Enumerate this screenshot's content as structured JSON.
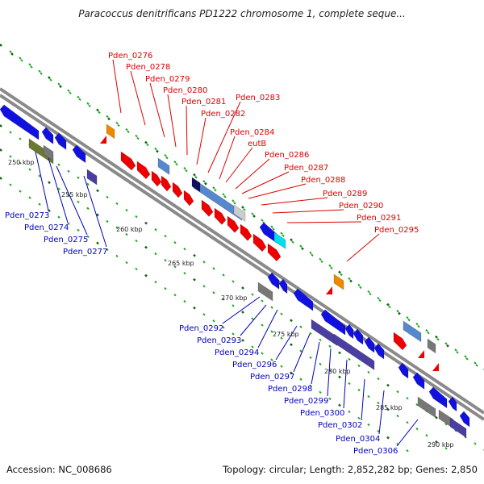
{
  "title": "Paracoccus denitrificans PD1222 chromosome 1, complete seque...",
  "accession": "Accession: NC_008686",
  "summary": "Topology: circular; Length: 2,852,282 bp; Genes: 2,850",
  "colors": {
    "forward_label": "#dd0000",
    "reverse_label": "#0000bb",
    "backbone": "#8a8a8a",
    "tick_major": "#116611",
    "tick_minor": "#22aa22"
  },
  "ticks": [
    {
      "label": "250 kbp"
    },
    {
      "label": "255 kbp"
    },
    {
      "label": "260 kbp"
    },
    {
      "label": "265 kbp"
    },
    {
      "label": "270 kbp"
    },
    {
      "label": "275 kbp"
    },
    {
      "label": "280 kbp"
    },
    {
      "label": "285 kbp"
    },
    {
      "label": "290 kbp"
    }
  ],
  "forward_labels": [
    {
      "name": "Pden_0276"
    },
    {
      "name": "Pden_0278"
    },
    {
      "name": "Pden_0279"
    },
    {
      "name": "Pden_0280"
    },
    {
      "name": "Pden_0281"
    },
    {
      "name": "Pden_0282"
    },
    {
      "name": "Pden_0283"
    },
    {
      "name": "Pden_0284"
    },
    {
      "name": "eutB"
    },
    {
      "name": "Pden_0286"
    },
    {
      "name": "Pden_0287"
    },
    {
      "name": "Pden_0288"
    },
    {
      "name": "Pden_0289"
    },
    {
      "name": "Pden_0290"
    },
    {
      "name": "Pden_0291"
    },
    {
      "name": "Pden_0295"
    }
  ],
  "reverse_labels": [
    {
      "name": "Pden_0273"
    },
    {
      "name": "Pden_0274"
    },
    {
      "name": "Pden_0275"
    },
    {
      "name": "Pden_0277"
    },
    {
      "name": "Pden_0292"
    },
    {
      "name": "Pden_0293"
    },
    {
      "name": "Pden_0294"
    },
    {
      "name": "Pden_0296"
    },
    {
      "name": "Pden_0297"
    },
    {
      "name": "Pden_0298"
    },
    {
      "name": "Pden_0299"
    },
    {
      "name": "Pden_0300"
    },
    {
      "name": "Pden_0302"
    },
    {
      "name": "Pden_0304"
    },
    {
      "name": "Pden_0306"
    }
  ]
}
